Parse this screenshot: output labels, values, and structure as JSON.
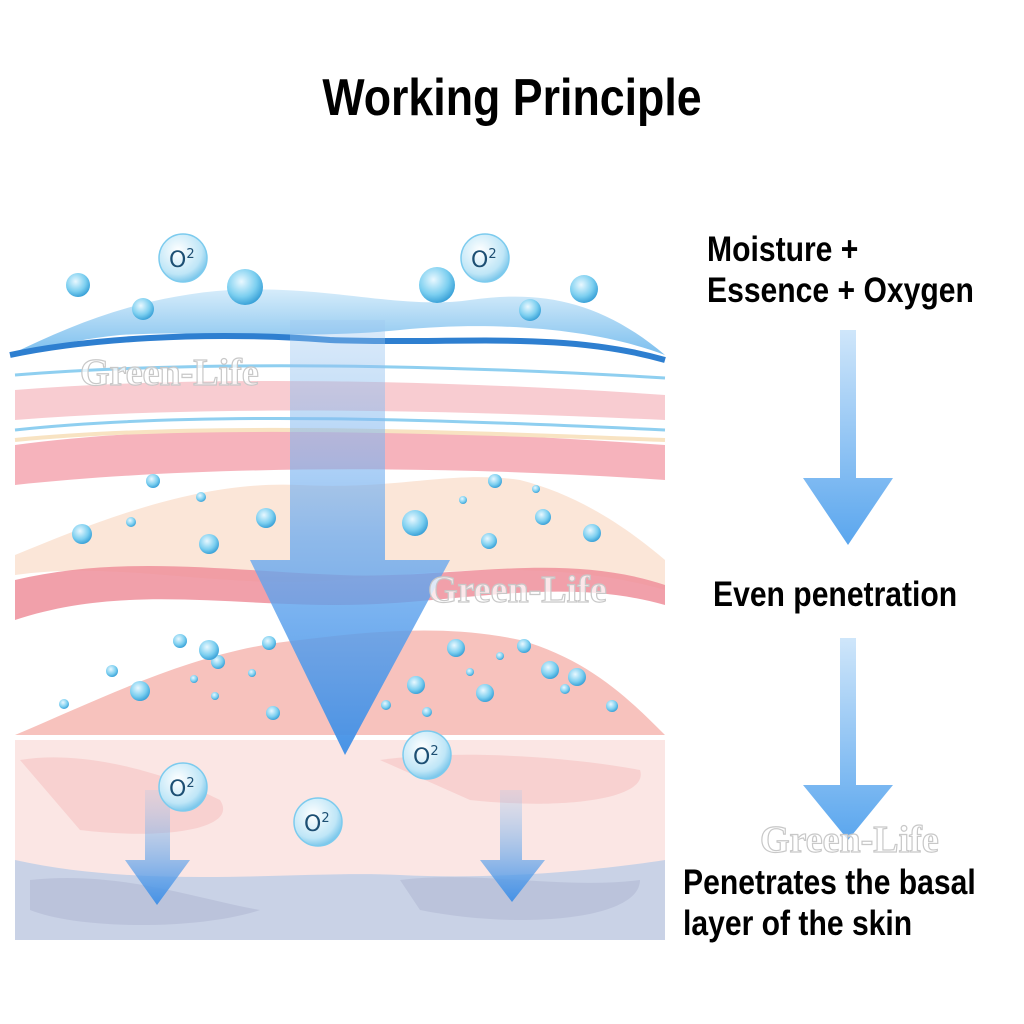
{
  "title": "Working Principle",
  "steps": [
    {
      "lines": [
        "Moisture +",
        "Essence + Oxygen"
      ]
    },
    {
      "lines": [
        "Even penetration"
      ]
    },
    {
      "lines": [
        "Penetrates the basal",
        "layer of the skin"
      ]
    }
  ],
  "oxygen_label": "O",
  "oxygen_sup": "2",
  "watermark": "Green-Life",
  "colors": {
    "blue": "#4aa0e6",
    "pink": "#f09aa5",
    "peach": "#fbe3d2",
    "bubble": "#6cc3ea"
  }
}
